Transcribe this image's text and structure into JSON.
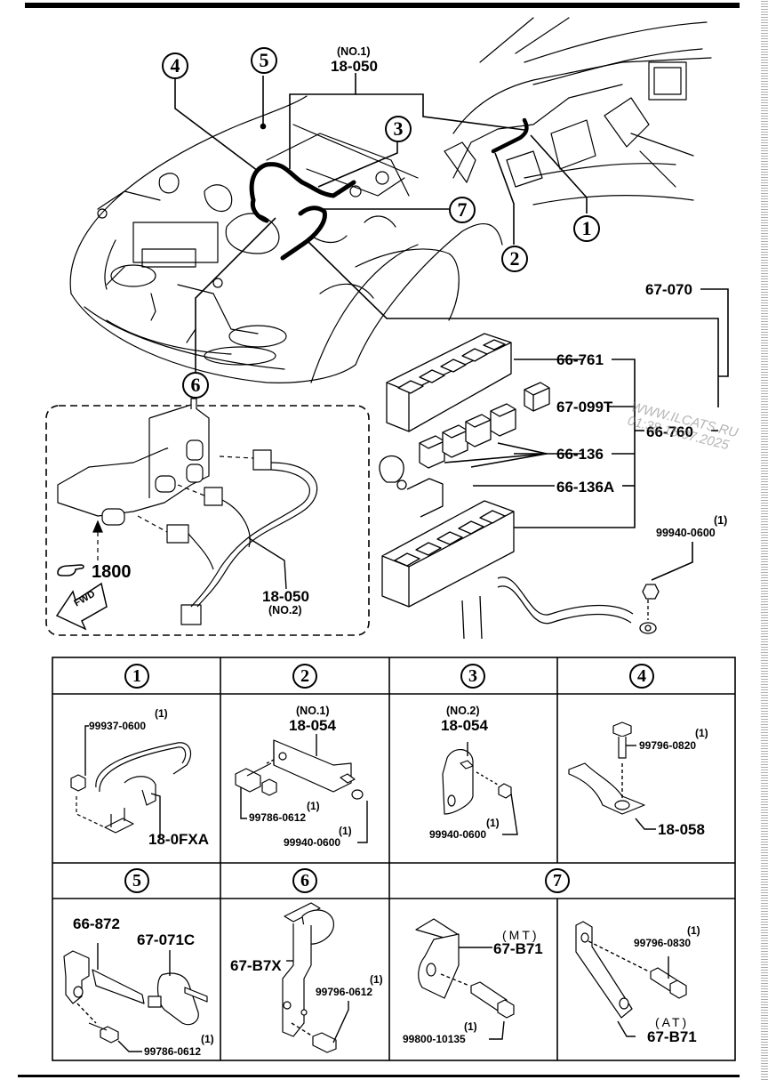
{
  "diagram": {
    "title_callouts": {
      "main_harness": {
        "qualifier": "(NO.1)",
        "part": "18-050"
      },
      "sub_harness": {
        "part": "18-050",
        "qualifier": "(NO.2)"
      },
      "ref_1800": "1800",
      "fwd_label": "FWD"
    },
    "index_circles": [
      "1",
      "2",
      "3",
      "4",
      "5",
      "6",
      "7"
    ],
    "fuse_block_parts": [
      {
        "part": "67-070"
      },
      {
        "part": "66-761"
      },
      {
        "part": "67-099T"
      },
      {
        "part": "66-760"
      },
      {
        "part": "66-136"
      },
      {
        "part": "66-136A"
      }
    ],
    "ground_nut": {
      "qty": "(1)",
      "part": "99940-0600"
    },
    "watermark": {
      "line1": "WWW.ILCATS.RU",
      "line2": "01:38 15.07.2025"
    }
  },
  "detail_table": {
    "cells": [
      {
        "index": "1",
        "parts": [
          {
            "qty": "(1)",
            "part": "99937-0600"
          },
          {
            "part": "18-0FXA"
          }
        ]
      },
      {
        "index": "2",
        "parts": [
          {
            "qualifier": "(NO.1)",
            "part": "18-054"
          },
          {
            "qty": "(1)",
            "part": "99786-0612"
          },
          {
            "qty": "(1)",
            "part": "99940-0600"
          }
        ]
      },
      {
        "index": "3",
        "parts": [
          {
            "qualifier": "(NO.2)",
            "part": "18-054"
          },
          {
            "qty": "(1)",
            "part": "99940-0600"
          }
        ]
      },
      {
        "index": "4",
        "parts": [
          {
            "qty": "(1)",
            "part": "99796-0820"
          },
          {
            "part": "18-058"
          }
        ]
      },
      {
        "index": "5",
        "parts": [
          {
            "part": "66-872"
          },
          {
            "part": "67-071C"
          },
          {
            "qty": "(1)",
            "part": "99786-0612"
          }
        ]
      },
      {
        "index": "6",
        "parts": [
          {
            "part": "67-B7X"
          },
          {
            "qty": "(1)",
            "part": "99796-0612"
          }
        ]
      },
      {
        "index": "7",
        "variants": [
          {
            "qualifier": "(MT)",
            "part": "67-B71",
            "bolt": {
              "qty": "(1)",
              "part": "99800-10135"
            }
          },
          {
            "qualifier": "(AT)",
            "part": "67-B71",
            "bolt": {
              "qty": "(1)",
              "part": "99796-0830"
            }
          }
        ]
      }
    ]
  }
}
